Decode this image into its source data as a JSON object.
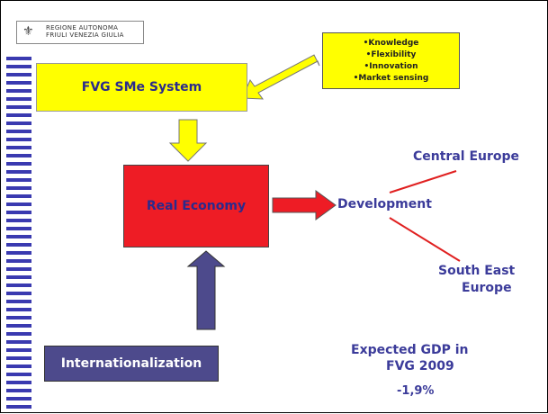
{
  "logo": {
    "line1": "REGIONE AUTONOMA",
    "line2": "FRIULI VENEZIA GIULIA",
    "mark_icon": "region-crest-icon"
  },
  "boxes": {
    "fvg": "FVG  SMe System",
    "real_economy": "Real Economy",
    "internationalization": "Internationalization"
  },
  "drivers": [
    "•Knowledge",
    "•Flexibility",
    "•Innovation",
    "•Market sensing"
  ],
  "development": "Development",
  "regions": {
    "central_europe": "Central  Europe",
    "south_east_line1": "South East",
    "south_east_line2": "Europe"
  },
  "gdp": {
    "line1": "Expected  GDP in",
    "line2": "FVG  2009",
    "value": "-1,9%"
  },
  "colors": {
    "yellow": "#ffff00",
    "red": "#ee1c25",
    "navy_box": "#4d4a8c",
    "text_blue": "#3b3b9a",
    "stripe": "#3a3ab0",
    "line_red": "#e02020"
  }
}
